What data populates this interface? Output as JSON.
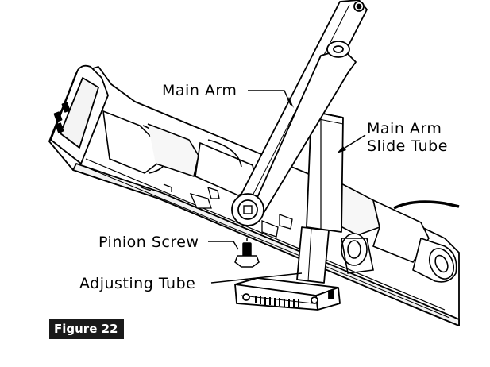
{
  "figure": {
    "label": "Figure 22"
  },
  "callouts": {
    "main_arm": "Main Arm",
    "slide_tube_line1": "Main Arm",
    "slide_tube_line2": "Slide Tube",
    "pinion_screw": "Pinion Screw",
    "adjusting_tube": "Adjusting Tube"
  },
  "colors": {
    "line": "#000000",
    "background": "#ffffff",
    "badge": "#1a1a1a",
    "shade": "#e9e9e9"
  }
}
